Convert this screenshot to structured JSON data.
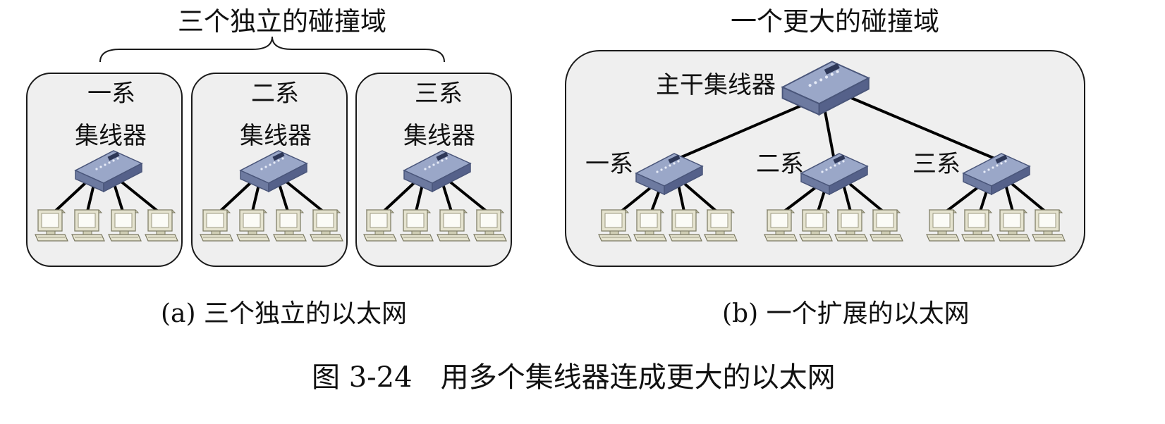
{
  "panel_a": {
    "title": "三个独立的碰撞域",
    "groups": [
      {
        "dept": "一系",
        "hub": "集线器"
      },
      {
        "dept": "二系",
        "hub": "集线器"
      },
      {
        "dept": "三系",
        "hub": "集线器"
      }
    ],
    "caption": "(a) 三个独立的以太网"
  },
  "panel_b": {
    "title": "一个更大的碰撞域",
    "backbone_label": "主干集线器",
    "depts": [
      "一系",
      "二系",
      "三系"
    ],
    "caption": "(b) 一个扩展的以太网"
  },
  "figure_caption": "图 3-24　用多个集线器连成更大的以太网",
  "colors": {
    "box_fill": "#efefef",
    "box_stroke": "#1a1a1a",
    "hub_top": "#9aa7c8",
    "hub_side": "#6d7aa0",
    "monitor": "#e5e3cf",
    "monitor_screen": "#fbfbf6",
    "link": "#000000"
  }
}
